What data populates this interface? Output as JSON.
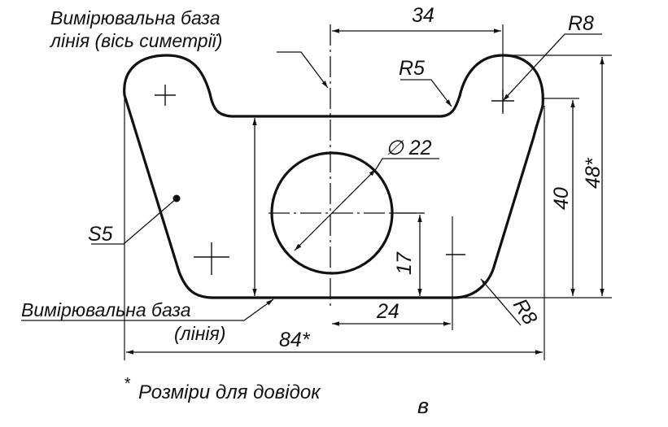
{
  "labels": {
    "base_top_line1": "Вимірювальна база",
    "base_top_line2": "лінія (вісь симетрії)",
    "base_bottom_line1": "Вимірювальна база",
    "base_bottom_line2": "(лінія)",
    "note_star": "*",
    "note_text": "Розміри для довідок",
    "figure_letter": "в"
  },
  "dimensions": {
    "d34": "34",
    "r8_top": "R8",
    "r5": "R5",
    "dia22": "∅ 22",
    "d48": "48*",
    "d40": "40",
    "s5": "S5",
    "d17": "17",
    "d24": "24",
    "r8_bottom": "R8",
    "d84": "84*"
  }
}
